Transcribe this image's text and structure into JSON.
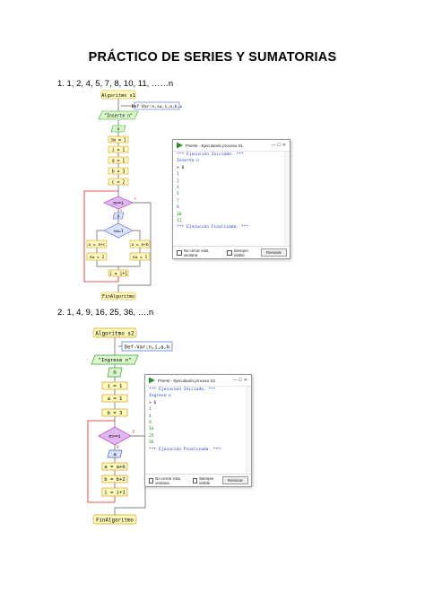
{
  "page": {
    "title": "PRÁCTICO DE SERIES Y SUMATORIAS",
    "ex1_label": "1. 1, 2, 4, 5, 7, 8, 10, 11,  ……n",
    "ex2_label": "2. 1, 4, 9, 16, 25, 36,  ….n"
  },
  "flow1": {
    "start": "Algoritmo s1",
    "def": "Def-Var:n,sw,i,a,b,c",
    "prompt": "\"Inserte n\"",
    "read": "n",
    "a1": "sw = 1",
    "a2": "i = 1",
    "a3": "a = 1",
    "a4": "b = 3",
    "a5": "c = 2",
    "cond": "n>=i",
    "out": "a",
    "sw": "sw=1",
    "l1": "a = a+c",
    "l2": "sw = 2",
    "r1": "a = a+b",
    "r2": "sw = 1",
    "inc": "i = i+1",
    "end": "FinAlgoritmo",
    "mark_v": "V",
    "mark_f": "F"
  },
  "flow2": {
    "start": "Algoritmo s2",
    "def": "Def-Var:n,i,a,b",
    "prompt": "\"Ingrese n\"",
    "read": "n",
    "a1": "i = 1",
    "a2": "a = 1",
    "a3": "b = 3",
    "cond": "n>=i",
    "out": "a",
    "s1": "a = a+b",
    "s2": "b = b+2",
    "inc": "i = i+1",
    "end": "FinAlgoritmo",
    "mark_v": "V",
    "mark_f": "F"
  },
  "console1": {
    "title": "PSeInt - Ejecutando proceso S1",
    "controls": "—  ☐  ✕",
    "lines": [
      {
        "text": "*** Ejecución Iniciada. ***",
        "color": "blue"
      },
      {
        "text": "Inserte n",
        "color": "blue"
      },
      {
        "text": "> 6",
        "color": "black"
      },
      {
        "text": "1",
        "color": "green"
      },
      {
        "text": "2",
        "color": "green"
      },
      {
        "text": "4",
        "color": "green"
      },
      {
        "text": "5",
        "color": "green"
      },
      {
        "text": "7",
        "color": "green"
      },
      {
        "text": "8",
        "color": "green"
      },
      {
        "text": "10",
        "color": "green"
      },
      {
        "text": "11",
        "color": "green"
      },
      {
        "text": "*** Ejecución Finalizada. ***",
        "color": "blue"
      }
    ],
    "opt1": "No cerrar esta ventana",
    "opt2": "Siempre visible",
    "button": "Reiniciar"
  },
  "console2": {
    "title": "PSeInt - Ejecutando proceso S2",
    "controls": "—  ☐  ✕",
    "lines": [
      {
        "text": "*** Ejecución Iniciada. ***",
        "color": "blue"
      },
      {
        "text": "Ingrese n",
        "color": "blue"
      },
      {
        "text": "> 6",
        "color": "black"
      },
      {
        "text": "1",
        "color": "green"
      },
      {
        "text": "4",
        "color": "green"
      },
      {
        "text": "9",
        "color": "green"
      },
      {
        "text": "16",
        "color": "green"
      },
      {
        "text": "25",
        "color": "green"
      },
      {
        "text": "36",
        "color": "green"
      },
      {
        "text": "*** Ejecución Finalizada. ***",
        "color": "blue"
      }
    ],
    "opt1": "No cerrar esta ventana",
    "opt2": "Siempre visible",
    "button": "Reiniciar"
  },
  "colors": {
    "proc": "#fffabe",
    "proc_stroke": "#d8a020",
    "io": "#d9f7c9",
    "io_stroke": "#3aa23a",
    "cond": "#e2b6f0",
    "cond_stroke": "#a040b8",
    "out": "#dce3ff",
    "out_stroke": "#4a64c8",
    "loop": "#e02020",
    "def_stroke": "#3b6fd0",
    "line": "#555555"
  }
}
